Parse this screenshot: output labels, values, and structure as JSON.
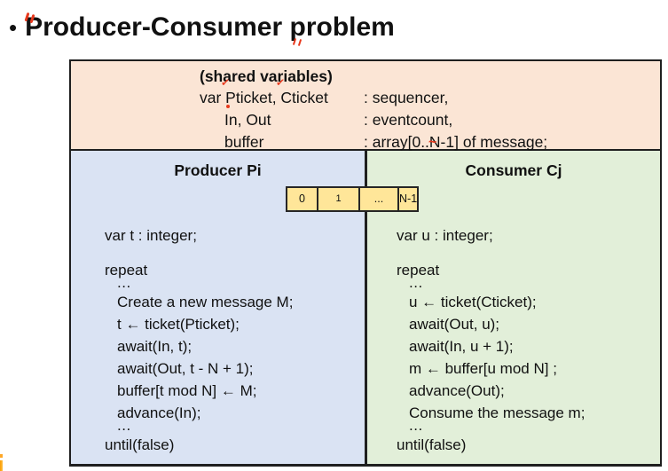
{
  "title": {
    "bullet": "•",
    "text": "Producer-Consumer problem"
  },
  "shared": {
    "header": "(shared variables)",
    "rows": [
      {
        "lhs": "var Pticket, Cticket",
        "rhs": ": sequencer,",
        "indent": false
      },
      {
        "lhs": "In, Out",
        "rhs": ": eventcount,",
        "indent": true
      },
      {
        "lhs": "buffer",
        "rhs": ": array[0..N-1] of message;",
        "indent": true
      }
    ]
  },
  "buffer_cells": [
    "0",
    "1",
    "...",
    "N-1"
  ],
  "producer": {
    "header": "Producer Pi",
    "lines": [
      {
        "text": "var t : integer;"
      },
      {
        "text": "",
        "blank": true
      },
      {
        "text": "repeat"
      },
      {
        "text": "...",
        "indent": true,
        "small": true
      },
      {
        "text": "Create a new message M;",
        "indent": true
      },
      {
        "text": "t ← ticket(Pticket);",
        "indent": true
      },
      {
        "text": "await(In, t);",
        "indent": true
      },
      {
        "text": "await(Out, t - N + 1);",
        "indent": true
      },
      {
        "text": "buffer[t mod N] ← M;",
        "indent": true
      },
      {
        "text": "advance(In);",
        "indent": true
      },
      {
        "text": "...",
        "indent": true,
        "small": true
      },
      {
        "text": "until(false)"
      }
    ]
  },
  "consumer": {
    "header": "Consumer Cj",
    "lines": [
      {
        "text": "var u : integer;"
      },
      {
        "text": "",
        "blank": true
      },
      {
        "text": "repeat"
      },
      {
        "text": "...",
        "indent": true,
        "small": true
      },
      {
        "text": "u ← ticket(Cticket);",
        "indent": true
      },
      {
        "text": "await(Out, u);",
        "indent": true
      },
      {
        "text": "await(In, u + 1);",
        "indent": true
      },
      {
        "text": "m ← buffer[u mod N] ;",
        "indent": true
      },
      {
        "text": "advance(Out);",
        "indent": true
      },
      {
        "text": "Consume the message m;",
        "indent": true
      },
      {
        "text": "...",
        "indent": true,
        "small": true
      },
      {
        "text": "until(false)"
      }
    ]
  },
  "annotations": {
    "checkmark": "✓",
    "squiggle": "~"
  },
  "colors": {
    "shared_bg": "#fbe5d5",
    "producer_bg": "#dae3f3",
    "consumer_bg": "#e2efd9",
    "buffer_cell_bg": "#ffe699",
    "table_border": "#1f1f1f",
    "ink_red": "#e8391d",
    "corner_orange": "#ffa726"
  }
}
